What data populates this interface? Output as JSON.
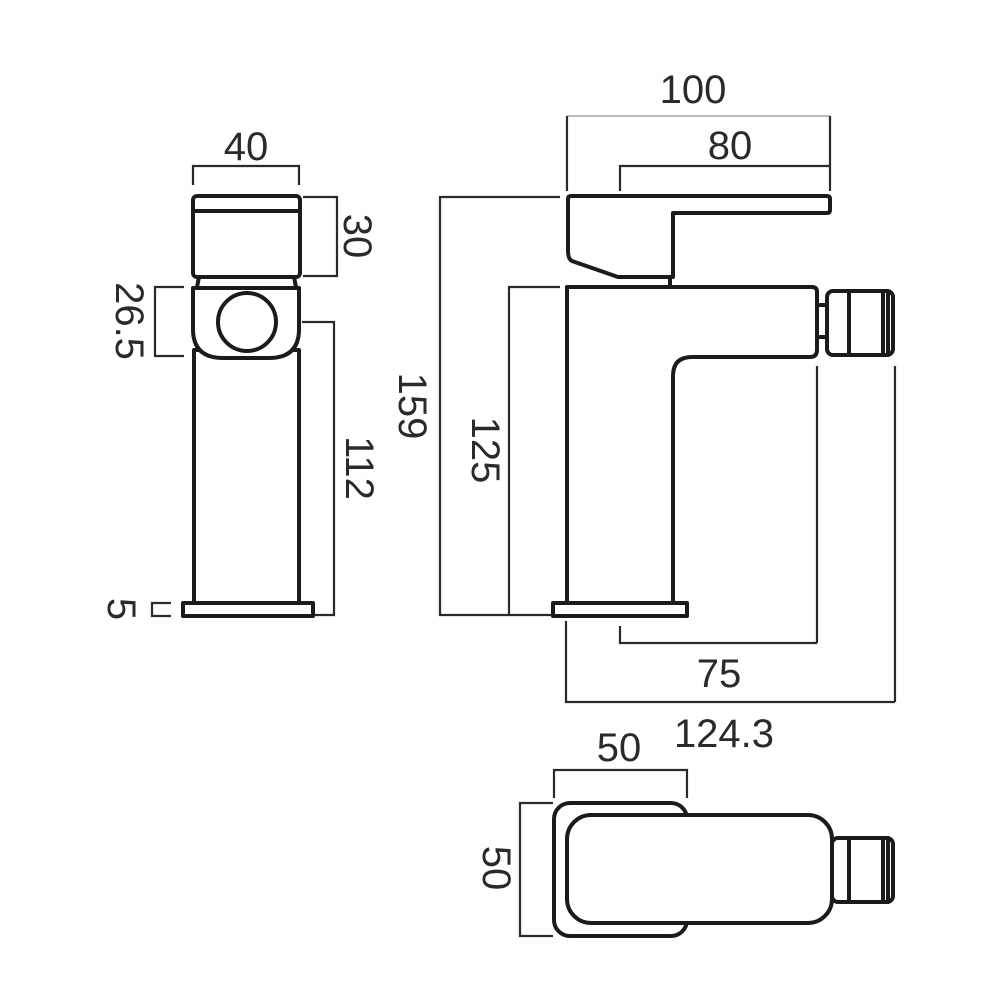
{
  "drawing": {
    "front_view": {
      "handle_width": "40",
      "handle_height": "30",
      "spout_height": "26.5",
      "body_height": "112",
      "base_height": "5"
    },
    "side_view": {
      "overall_length": "100",
      "handle_length": "80",
      "overall_height": "159",
      "spout_outlet_height": "125",
      "spout_projection": "75",
      "overall_projection": "124.3"
    },
    "top_view": {
      "base_width": "50",
      "base_depth": "50"
    }
  },
  "colors": {
    "line": "#1b1b1b",
    "dim": "#2a2a2a",
    "dimlight": "#b9b9b9",
    "text": "#2a2a2a",
    "background": "#ffffff"
  }
}
